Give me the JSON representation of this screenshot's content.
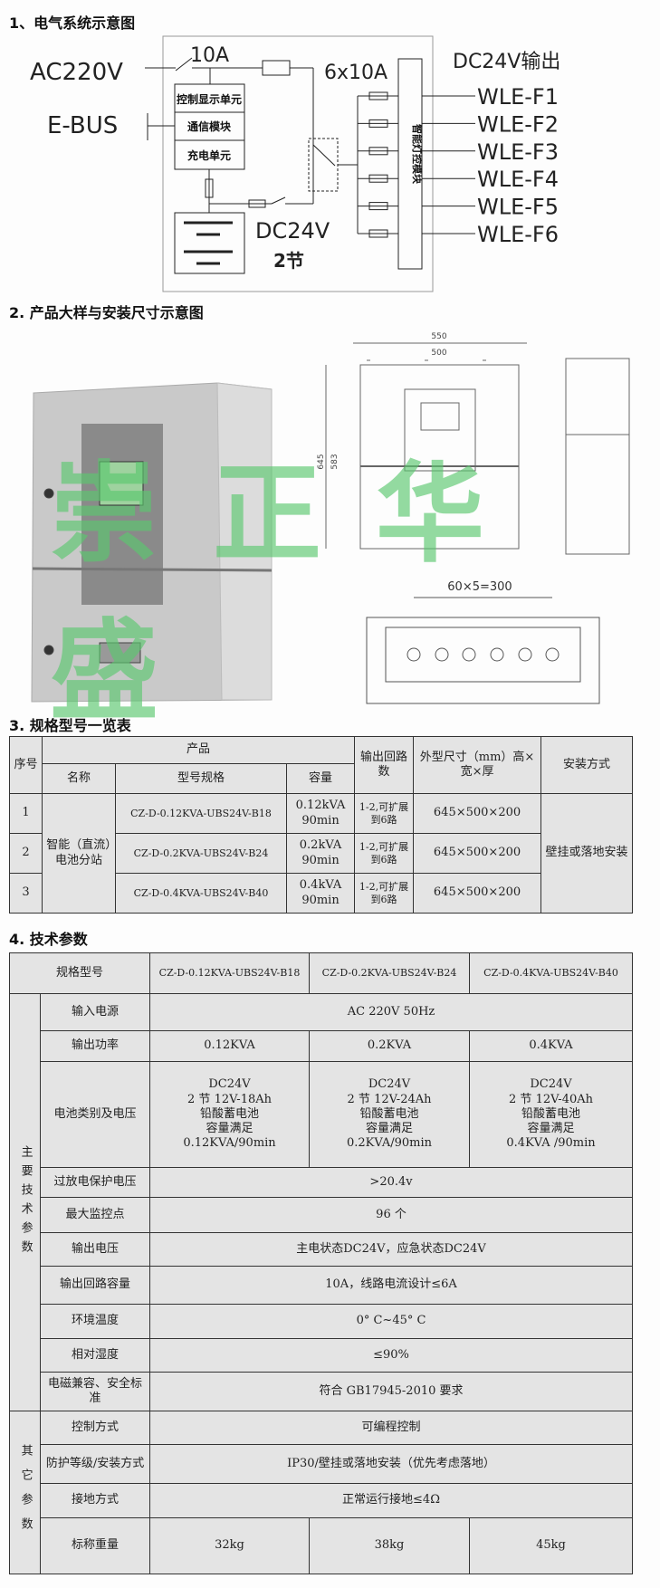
{
  "section1": {
    "title": "1、电气系统示意图",
    "ac": "AC220V",
    "breaker": "10A",
    "ebus": "E-BUS",
    "units": [
      "控制显示单元",
      "通信模块",
      "充电单元"
    ],
    "fuses": "6x10A",
    "dc_out": "DC24V输出",
    "battery": "DC24V",
    "battery_count": "2节",
    "module": "智能灯控模块",
    "outputs": [
      "WLE-F1",
      "WLE-F2",
      "WLE-F3",
      "WLE-F4",
      "WLE-F5",
      "WLE-F6"
    ]
  },
  "section2": {
    "title": "2. 产品大样与安装尺寸示意图",
    "dim_outer_width": "550",
    "dim_inner_width": "500",
    "dim_height": "645",
    "dim_inner_height": "583",
    "dim_holes": "60×5=300",
    "watermark": "崇正华盛"
  },
  "section3": {
    "title": "3. 规格型号一览表",
    "headers": {
      "seq": "序号",
      "product": "产品",
      "name": "名称",
      "model": "型号规格",
      "capacity": "容量",
      "circuits": "输出回路数",
      "size": "外型尺寸（mm）高×宽×厚",
      "install": "安装方式"
    },
    "name_value": "智能（直流）电池分站",
    "install_value": "壁挂或落地安装",
    "rows": [
      {
        "seq": "1",
        "model": "CZ-D-0.12KVA-UBS24V-B18",
        "capacity": "0.12kVA 90min",
        "circuits": "1-2,可扩展到6路",
        "size": "645×500×200"
      },
      {
        "seq": "2",
        "model": "CZ-D-0.2KVA-UBS24V-B24",
        "capacity": "0.2kVA 90min",
        "circuits": "1-2,可扩展到6路",
        "size": "645×500×200"
      },
      {
        "seq": "3",
        "model": "CZ-D-0.4KVA-UBS24V-B40",
        "capacity": "0.4kVA 90min",
        "circuits": "1-2,可扩展到6路",
        "size": "645×500×200"
      }
    ]
  },
  "section4": {
    "title": "4. 技术参数",
    "model_label": "规格型号",
    "models": [
      "CZ-D-0.12KVA-UBS24V-B18",
      "CZ-D-0.2KVA-UBS24V-B24",
      "CZ-D-0.4KVA-UBS24V-B40"
    ],
    "group_main": "主要技术参数",
    "group_other": "其它参数",
    "input_label": "输入电源",
    "input_value": "AC 220V  50Hz",
    "power_label": "输出功率",
    "power_values": [
      "0.12KVA",
      "0.2KVA",
      "0.4KVA"
    ],
    "battery_label": "电池类别及电压",
    "battery_values": [
      [
        "DC24V",
        "2 节 12V-18Ah",
        "铅酸蓄电池",
        "容量满足",
        "0.12KVA/90min"
      ],
      [
        "DC24V",
        "2 节 12V-24Ah",
        "铅酸蓄电池",
        "容量满足",
        "0.2KVA/90min"
      ],
      [
        "DC24V",
        "2 节 12V-40Ah",
        "铅酸蓄电池",
        "容量满足",
        "0.4KVA /90min"
      ]
    ],
    "rows": [
      {
        "label": "过放电保护电压",
        "value": ">20.4v"
      },
      {
        "label": "最大监控点",
        "value": "96 个"
      },
      {
        "label": "输出电压",
        "value": "主电状态DC24V，应急状态DC24V"
      },
      {
        "label": "输出回路容量",
        "value": "10A，线路电流设计≤6A"
      },
      {
        "label": "环境温度",
        "value": "0° C~45° C"
      },
      {
        "label": "相对湿度",
        "value": "≤90%"
      },
      {
        "label": "电磁兼容、安全标准",
        "value": "符合 GB17945-2010 要求"
      }
    ],
    "other_rows": [
      {
        "label": "控制方式",
        "value": "可编程控制"
      },
      {
        "label": "防护等级/安装方式",
        "value": "IP30/壁挂或落地安装（优先考虑落地）"
      },
      {
        "label": "接地方式",
        "value": "正常运行接地≤4Ω"
      }
    ],
    "weight_label": "标称重量",
    "weights": [
      "32kg",
      "38kg",
      "45kg"
    ]
  }
}
